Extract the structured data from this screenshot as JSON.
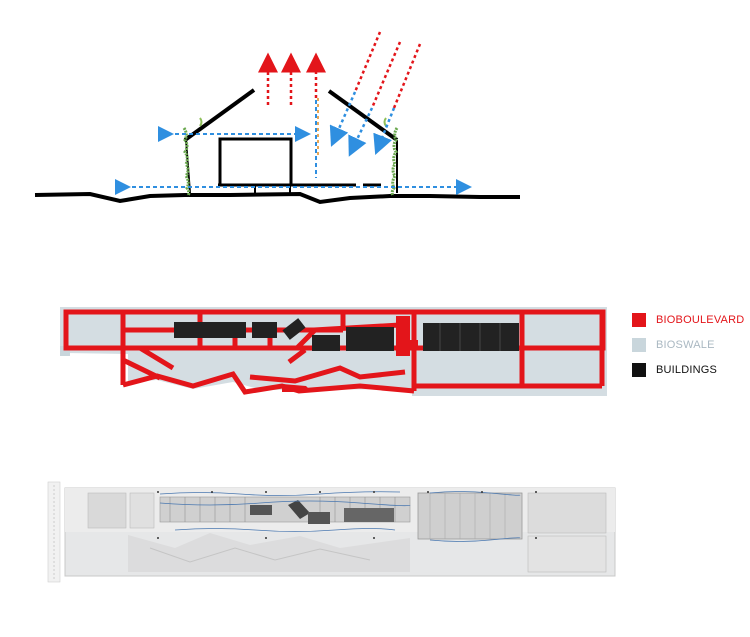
{
  "legend": [
    {
      "label": "BIOBOULEVARD",
      "color": "#e3151a",
      "text_color": "#e3151a",
      "icon": "red-square"
    },
    {
      "label": "BIOSWALE",
      "color": "#c9d6dc",
      "text_color": "#aab8c2",
      "icon": "light-blue-square"
    },
    {
      "label": "BUILDINGS",
      "color": "#111111",
      "text_color": "#111111",
      "icon": "black-square"
    }
  ],
  "colors": {
    "bioboulevard": "#e3151a",
    "bioswale": "#c9d6dc",
    "buildings": "#111111",
    "airflow": "#2f8fe0",
    "heat": "#e3151a"
  }
}
